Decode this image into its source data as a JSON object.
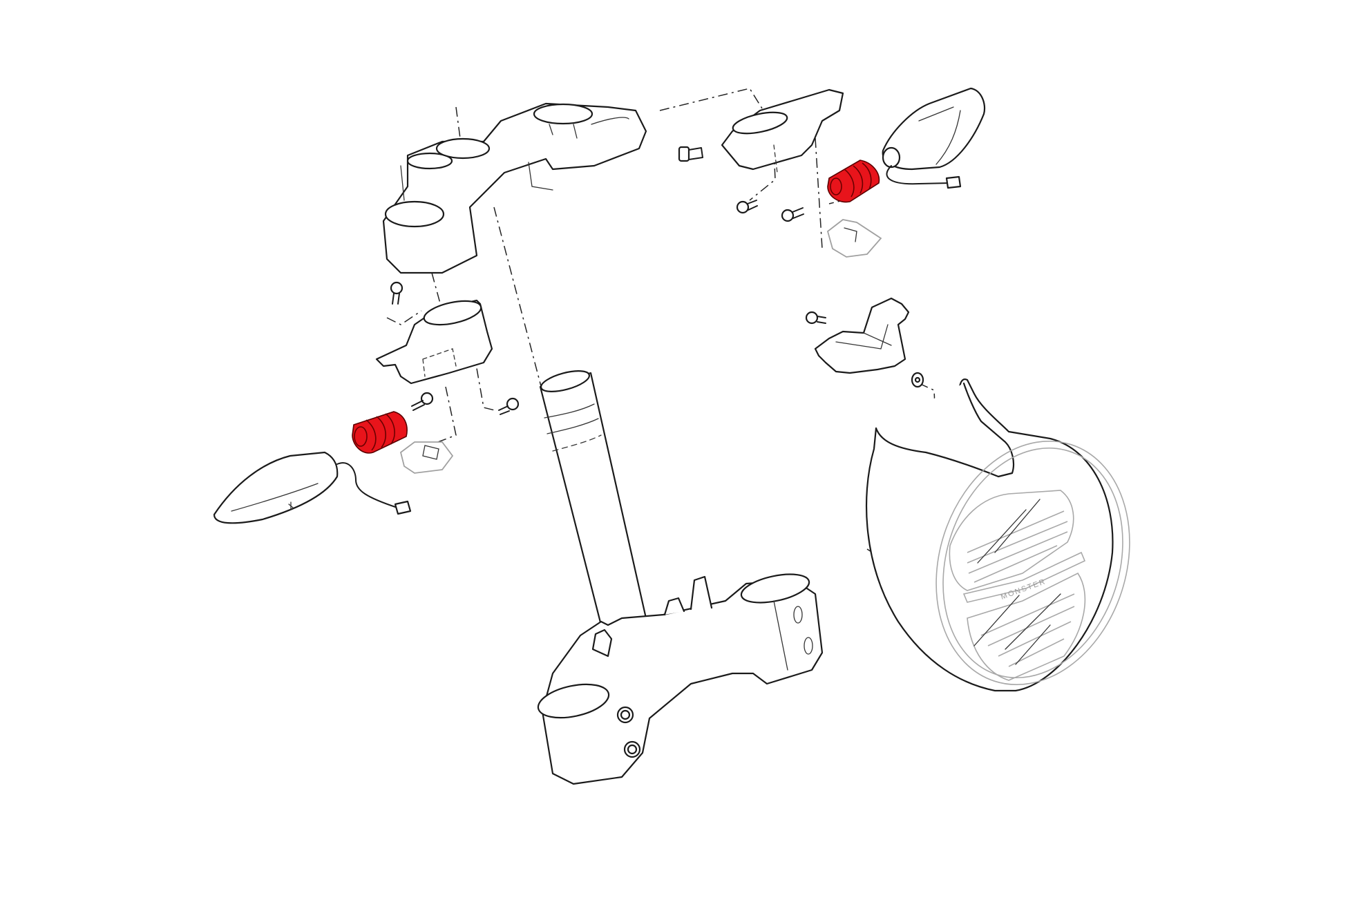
{
  "diagram": {
    "type": "exploded-parts-diagram",
    "background": "#ffffff",
    "line_color": "#1a1a1a",
    "highlight_color": "#e8141b",
    "headlight_emboss_text": "MONSTER",
    "parts": [
      {
        "id": "upper-triple-clamp",
        "label": "Upper triple clamp",
        "highlighted": false
      },
      {
        "id": "steering-stem",
        "label": "Steering stem tube",
        "highlighted": false
      },
      {
        "id": "lower-triple-clamp",
        "label": "Lower triple clamp",
        "highlighted": false
      },
      {
        "id": "left-indicator-mount",
        "label": "Left indicator mounting bracket",
        "highlighted": false
      },
      {
        "id": "right-indicator-mount",
        "label": "Right indicator mounting bracket",
        "highlighted": false
      },
      {
        "id": "left-indicator",
        "label": "Left turn indicator",
        "highlighted": false
      },
      {
        "id": "right-indicator",
        "label": "Right turn indicator",
        "highlighted": false
      },
      {
        "id": "left-rubber-spacer",
        "label": "Left indicator rubber spacer",
        "highlighted": true
      },
      {
        "id": "right-rubber-spacer",
        "label": "Right indicator rubber spacer",
        "highlighted": true
      },
      {
        "id": "left-indicator-clip",
        "label": "Left indicator retaining clip",
        "highlighted": false
      },
      {
        "id": "right-indicator-clip",
        "label": "Right indicator retaining clip",
        "highlighted": false
      },
      {
        "id": "headlight-bracket",
        "label": "Headlight upper bracket",
        "highlighted": false
      },
      {
        "id": "headlight-washer",
        "label": "Washer",
        "highlighted": false
      },
      {
        "id": "headlight",
        "label": "LED headlight assembly",
        "highlighted": false
      },
      {
        "id": "screws",
        "label": "Fastening screws",
        "count": 7,
        "highlighted": false
      }
    ]
  }
}
